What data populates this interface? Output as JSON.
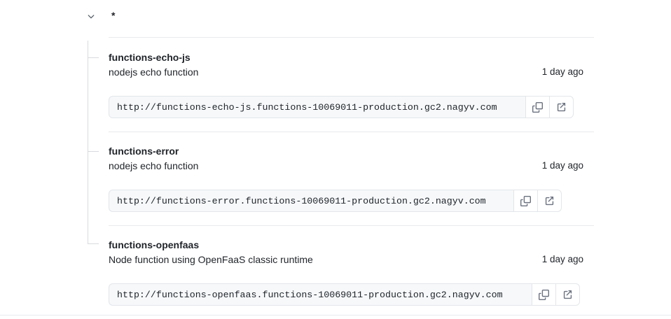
{
  "header": {
    "collapse_icon": "chevron-down-icon",
    "branch_label": "*"
  },
  "icons": {
    "copy": "copy-icon",
    "external_link": "external-link-icon"
  },
  "entries": [
    {
      "name": "functions-echo-js",
      "description": "nodejs echo function",
      "time": "1 day ago",
      "url": "http://functions-echo-js.functions-10069011-production.gc2.nagyv.com",
      "copy_label": "Copy URL",
      "open_label": "Open URL"
    },
    {
      "name": "functions-error",
      "description": "nodejs echo function",
      "time": "1 day ago",
      "url": "http://functions-error.functions-10069011-production.gc2.nagyv.com",
      "copy_label": "Copy URL",
      "open_label": "Open URL"
    },
    {
      "name": "functions-openfaas",
      "description": "Node function using OpenFaaS classic runtime",
      "time": "1 day ago",
      "url": "http://functions-openfaas.functions-10069011-production.gc2.nagyv.com",
      "copy_label": "Copy URL",
      "open_label": "Open URL"
    }
  ],
  "colors": {
    "text": "#1f2328",
    "divider": "#e8eaed",
    "tree_line": "#d8dade",
    "field_bg": "#f6f8fa",
    "field_border": "#e3e6ea",
    "icon": "#6b7280"
  }
}
